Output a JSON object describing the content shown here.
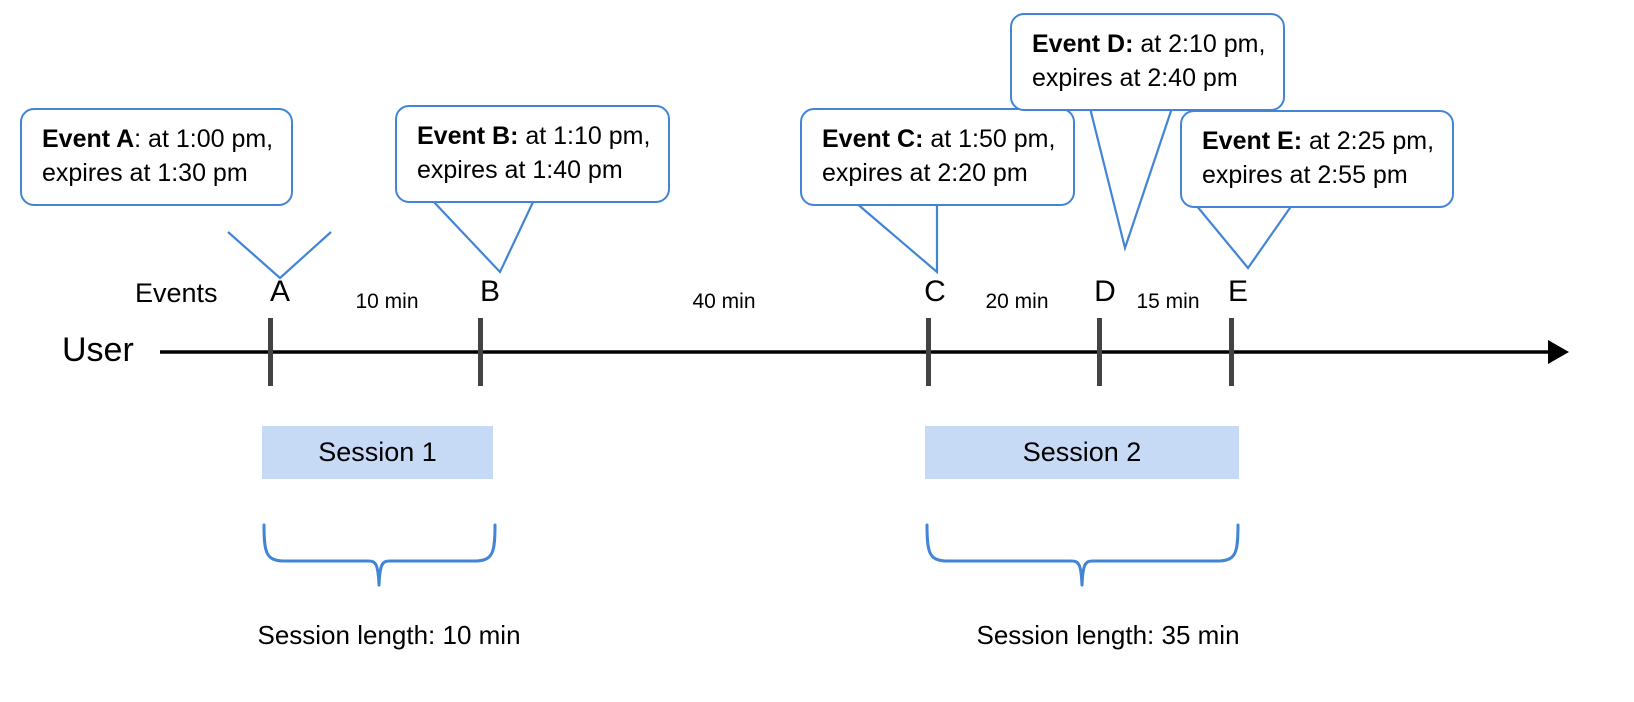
{
  "diagram": {
    "title": "Session timeline with events and expirations",
    "colors": {
      "callout_border": "#4285d6",
      "session_fill": "#c6d9f5",
      "axis": "#000000",
      "marker": "#434343",
      "brace": "#4285d6"
    }
  },
  "axis": {
    "row_label": "User",
    "events_label": "Events"
  },
  "callouts": [
    {
      "id": "event-a",
      "title": "Event A",
      "separator": ":",
      "line1_rest": " at 1:00 pm,",
      "line2": "expires at 1:30 pm",
      "bold_includes_colon": false,
      "event_time": "1:00 pm",
      "expiry_time": "1:30 pm"
    },
    {
      "id": "event-b",
      "title": "Event B:",
      "separator": "",
      "line1_rest": " at 1:10 pm,",
      "line2": "expires at 1:40 pm",
      "bold_includes_colon": true,
      "event_time": "1:10 pm",
      "expiry_time": "1:40 pm"
    },
    {
      "id": "event-c",
      "title": "Event C:",
      "separator": "",
      "line1_rest": " at 1:50 pm,",
      "line2": "expires at 2:20 pm",
      "bold_includes_colon": true,
      "event_time": "1:50 pm",
      "expiry_time": "2:20 pm"
    },
    {
      "id": "event-d",
      "title": "Event D:",
      "separator": "",
      "line1_rest": " at 2:10 pm,",
      "line2": "expires at 2:40 pm",
      "bold_includes_colon": true,
      "event_time": "2:10 pm",
      "expiry_time": "2:40 pm"
    },
    {
      "id": "event-e",
      "title": "Event E:",
      "separator": "",
      "line1_rest": " at 2:25 pm,",
      "line2": "expires at 2:55 pm",
      "bold_includes_colon": true,
      "event_time": "2:25 pm",
      "expiry_time": "2:55 pm"
    }
  ],
  "markers": [
    {
      "id": "marker-a",
      "label": "A"
    },
    {
      "id": "marker-b",
      "label": "B"
    },
    {
      "id": "marker-c",
      "label": "C"
    },
    {
      "id": "marker-d",
      "label": "D"
    },
    {
      "id": "marker-e",
      "label": "E"
    }
  ],
  "intervals": [
    {
      "id": "interval-a-b",
      "label": "10 min"
    },
    {
      "id": "interval-b-c",
      "label": "40 min"
    },
    {
      "id": "interval-c-d",
      "label": "20 min"
    },
    {
      "id": "interval-d-e",
      "label": "15 min"
    }
  ],
  "sessions": [
    {
      "id": "session-1",
      "label": "Session 1",
      "length_label": "Session length: 10 min"
    },
    {
      "id": "session-2",
      "label": "Session 2",
      "length_label": "Session length: 35 min"
    }
  ]
}
